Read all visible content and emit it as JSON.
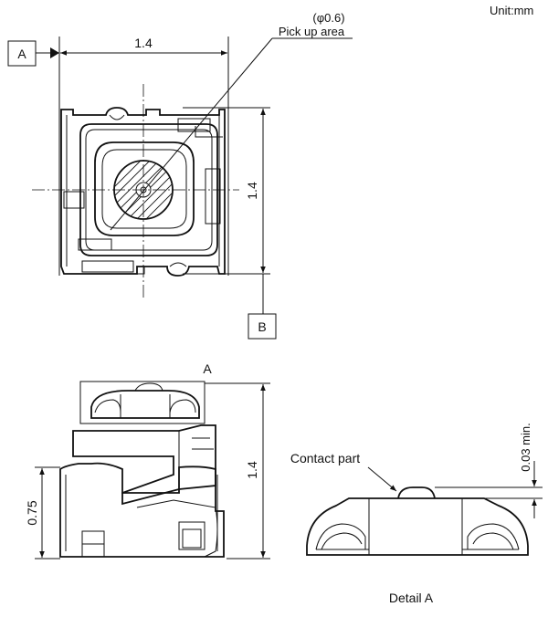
{
  "unit_label": "Unit:mm",
  "top_view": {
    "datum_a": "A",
    "datum_b": "B",
    "width_dim": "1.4",
    "height_dim": "1.4",
    "pickup_diameter": "(φ0.6)",
    "pickup_label": "Pick up area"
  },
  "side_view": {
    "detail_marker": "A",
    "height_dim": "1.4",
    "base_height_dim": "0.75"
  },
  "detail_view": {
    "contact_label": "Contact part",
    "clearance_dim": "0.03 min.",
    "title": "Detail A"
  }
}
